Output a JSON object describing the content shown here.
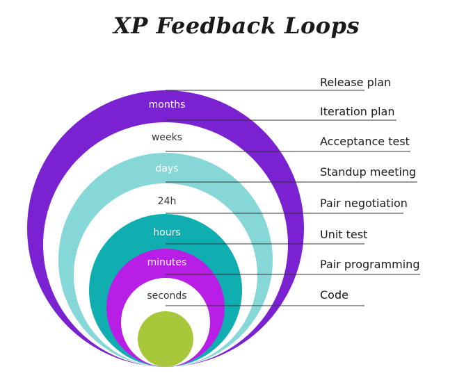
{
  "title": "XP Feedback Loops",
  "colors": {
    "months": "#7a22d1",
    "days": "#86d8d8",
    "hours": "#10aeb1",
    "minutes": "#b81ee6",
    "core": "#a8c83c",
    "gap": "#ffffff",
    "leader": "#333333"
  },
  "rings": [
    {
      "label": "months",
      "fill": "#7a22d1",
      "text_color": "#ffffff"
    },
    {
      "label": "weeks",
      "fill": "#ffffff",
      "text_color": "#333333"
    },
    {
      "label": "days",
      "fill": "#86d8d8",
      "text_color": "#ffffff"
    },
    {
      "label": "24h",
      "fill": "#ffffff",
      "text_color": "#333333"
    },
    {
      "label": "hours",
      "fill": "#10aeb1",
      "text_color": "#ffffff"
    },
    {
      "label": "minutes",
      "fill": "#b81ee6",
      "text_color": "#ffffff"
    },
    {
      "label": "seconds",
      "fill": "#ffffff",
      "text_color": "#333333"
    }
  ],
  "loops": [
    "Release plan",
    "Iteration plan",
    "Acceptance test",
    "Standup meeting",
    "Pair negotiation",
    "Unit test",
    "Pair programming",
    "Code"
  ]
}
